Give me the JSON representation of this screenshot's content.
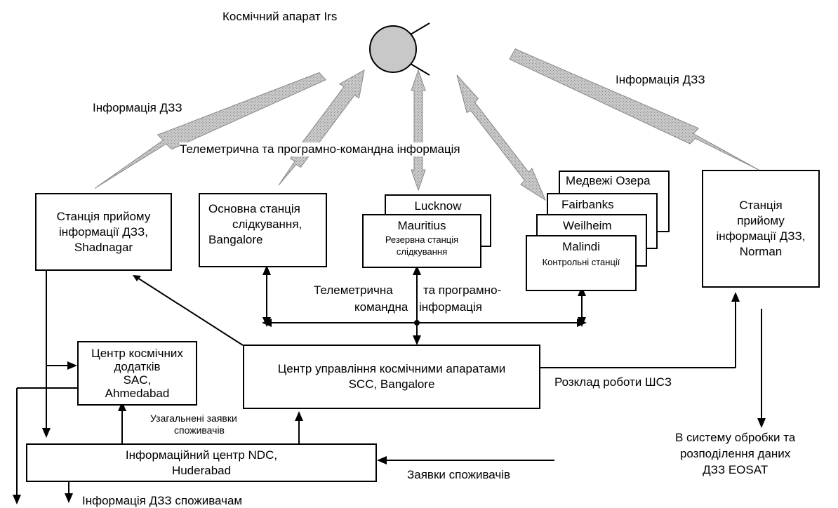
{
  "satellite_label": "Космічний апарат Irs",
  "info_dzz_left": "Інформація ДЗЗ",
  "info_dzz_right": "Інформація ДЗЗ",
  "telemetry_top": "Телеметрична та програмно-командна інформація",
  "telemetry_mid_1": "Телеметрична",
  "telemetry_mid_2": "та програмно-",
  "telemetry_mid_3": "командна",
  "telemetry_mid_4": "інформація",
  "station_shadnagar": [
    "Станція прийому",
    "інформації ДЗЗ,",
    "Shadnagar"
  ],
  "station_bangalore": [
    "Основна станція",
    "слідкування,",
    "Bangalore"
  ],
  "lucknow": "Lucknow",
  "mauritius": "Mauritius",
  "reserve_station": [
    "Резервна станція",
    "слідкування"
  ],
  "control_stations": [
    "Медвежі Озера",
    "Fairbanks",
    "Weilheim",
    "Malindi"
  ],
  "control_label": "Контрольні станції",
  "station_norman": [
    "Станція",
    "прийому",
    "інформації ДЗЗ,",
    "Norman"
  ],
  "sac": [
    "Центр космічних",
    "додатків",
    "SAC,",
    "Ahmedabad"
  ],
  "scc": [
    "Центр управління космічними апаратами",
    "SCC, Bangalore"
  ],
  "schedule": "Розклад роботи ШСЗ",
  "generalized_requests": [
    "Узагальнені заявки",
    "споживачів"
  ],
  "ndc": [
    "Інформаційний центр NDC,",
    "Huderabad"
  ],
  "consumer_requests": "Заявки споживачів",
  "info_to_consumers": "Інформація ДЗЗ споживачам",
  "eosat": [
    "В систему обробки та",
    "розподілення даних",
    "ДЗЗ EOSAT"
  ]
}
